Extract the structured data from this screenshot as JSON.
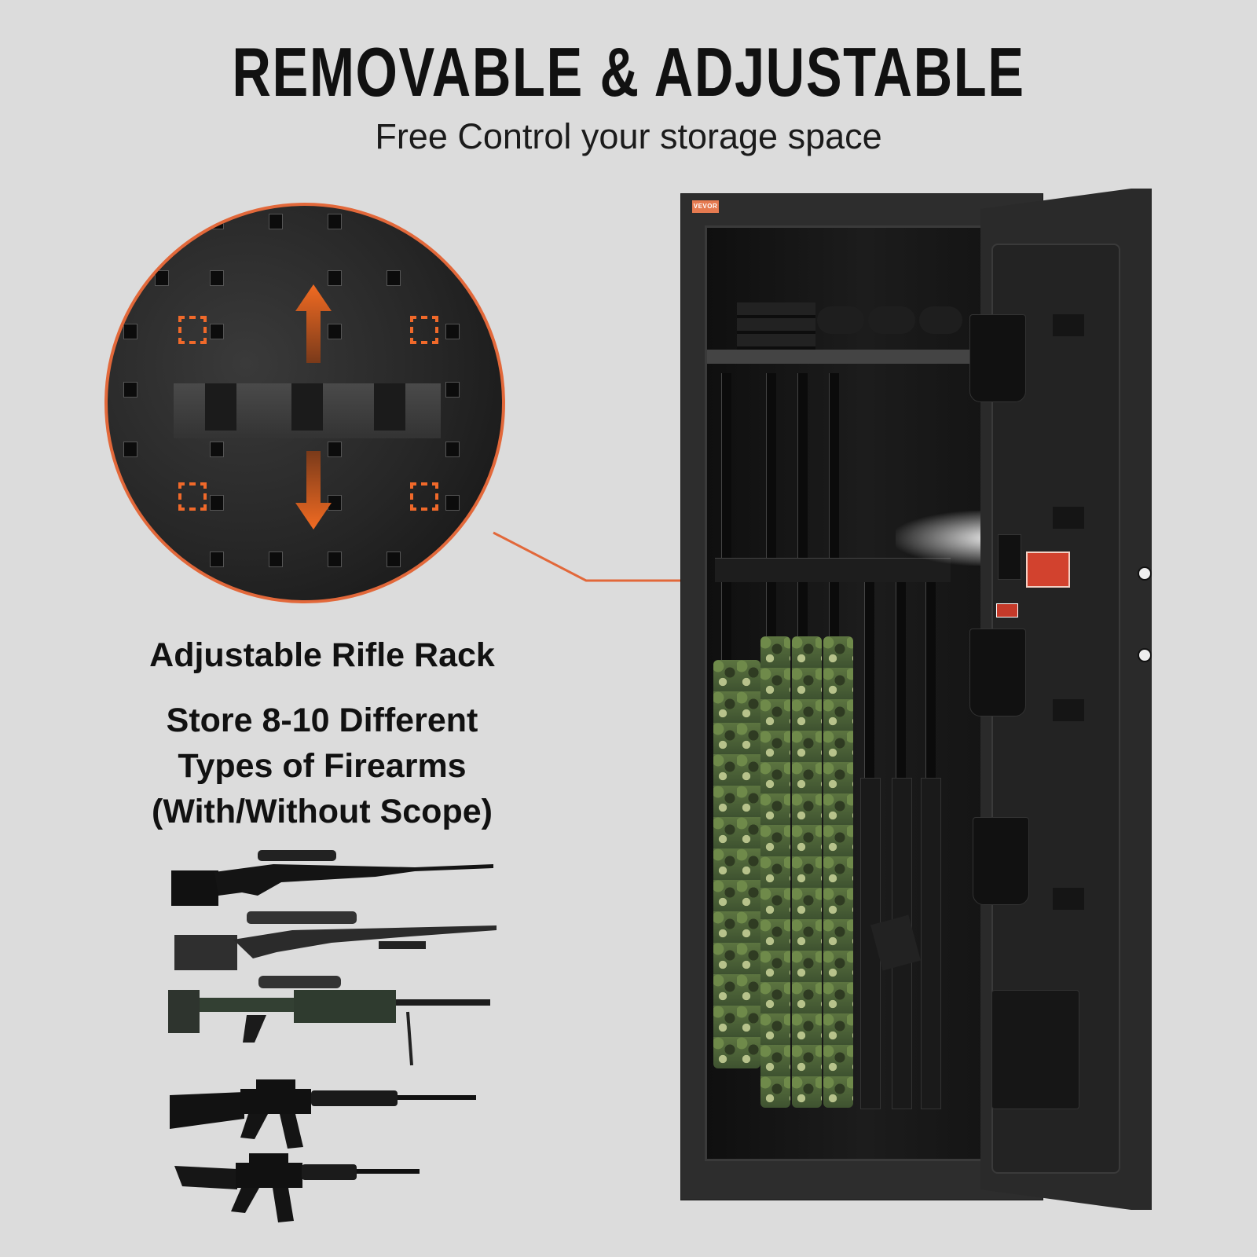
{
  "header": {
    "headline": "REMOVABLE & ADJUSTABLE",
    "subheadline": "Free Control your storage space"
  },
  "feature": {
    "title": "Adjustable Rifle Rack",
    "description_lines": [
      "Store 8-10 Different",
      "Types of Firearms",
      "(With/Without Scope)"
    ]
  },
  "zoom_detail": {
    "subject": "rifle rack on pegboard",
    "arrows": [
      "arrow-up",
      "arrow-down"
    ],
    "highlight_color": "#f0692a",
    "border_color": "#e2683a"
  },
  "safe": {
    "brand_badge": "VEVOR",
    "badge_color": "#e57a50",
    "body_color": "#2d2d2d",
    "door_state": "open",
    "interior": {
      "top_shelf_items": [
        "magazines",
        "scopes"
      ],
      "long_guns_count": 7,
      "door_holsters": 3,
      "door_mesh_pocket": true
    }
  },
  "firearms_examples": [
    "bolt-action-rifle-with-scope",
    "precision-rifle-with-scope-and-bipod",
    "heavy-sniper-rifle-with-bipod",
    "full-length-ar-rifle",
    "carbine-ar-rifle"
  ],
  "colors": {
    "background": "#dcdcdc",
    "accent": "#e2683a",
    "text": "#111111"
  }
}
